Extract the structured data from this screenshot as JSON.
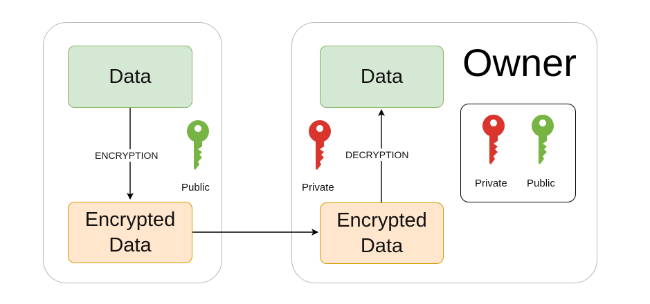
{
  "left_panel": {
    "data_box": "Data",
    "encrypted_box": [
      "Encrypted",
      "Data"
    ],
    "edge_label": "ENCRYPTION",
    "key_label": "Public"
  },
  "right_panel": {
    "owner_title": "Owner",
    "data_box": "Data",
    "encrypted_box": [
      "Encrypted",
      "Data"
    ],
    "edge_label": "DECRYPTION",
    "key_label": "Private"
  },
  "legend": {
    "items": [
      {
        "label": "Private",
        "key_icon": "private-key-icon",
        "color": "#d9352c"
      },
      {
        "label": "Public",
        "key_icon": "public-key-icon",
        "color": "#78b443"
      }
    ]
  },
  "colors": {
    "private_key": "#d9352c",
    "public_key": "#78b443",
    "data_fill": "#d5e8d4",
    "data_stroke": "#82b366",
    "encrypted_fill": "#ffe6cc",
    "encrypted_stroke": "#d79b00"
  }
}
